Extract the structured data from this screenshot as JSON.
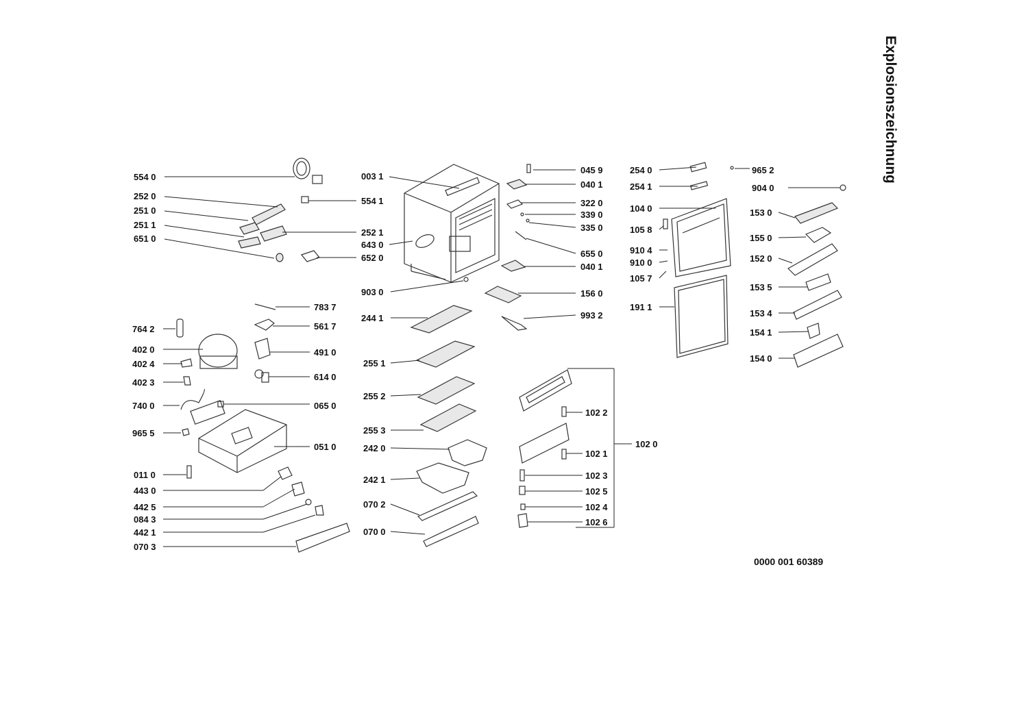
{
  "title": "Explosionszeichnung",
  "doc_number": "0000 001 60389",
  "labels": [
    "554 0",
    "252 0",
    "251 0",
    "251 1",
    "651 0",
    "003 1",
    "554 1",
    "252 1",
    "643 0",
    "652 0",
    "045 9",
    "040 1",
    "322 0",
    "339 0",
    "335 0",
    "655 0",
    "040 1",
    "903 0",
    "156 0",
    "993 2",
    "783 7",
    "561 7",
    "764 2",
    "402 0",
    "491 0",
    "402 4",
    "402 3",
    "614 0",
    "740 0",
    "065 0",
    "965 5",
    "051 0",
    "244 1",
    "255 1",
    "255 2",
    "255 3",
    "242 0",
    "242 1",
    "070 2",
    "070 0",
    "011 0",
    "443 0",
    "442 5",
    "084 3",
    "442 1",
    "070 3",
    "102 2",
    "102 1",
    "102 3",
    "102 5",
    "102 4",
    "102 6",
    "102 0",
    "254 0",
    "965 2",
    "254 1",
    "904 0",
    "104 0",
    "153 0",
    "105 8",
    "155 0",
    "910 4",
    "910 0",
    "152 0",
    "105 7",
    "153 5",
    "191 1",
    "153 4",
    "154 1",
    "154 0"
  ]
}
